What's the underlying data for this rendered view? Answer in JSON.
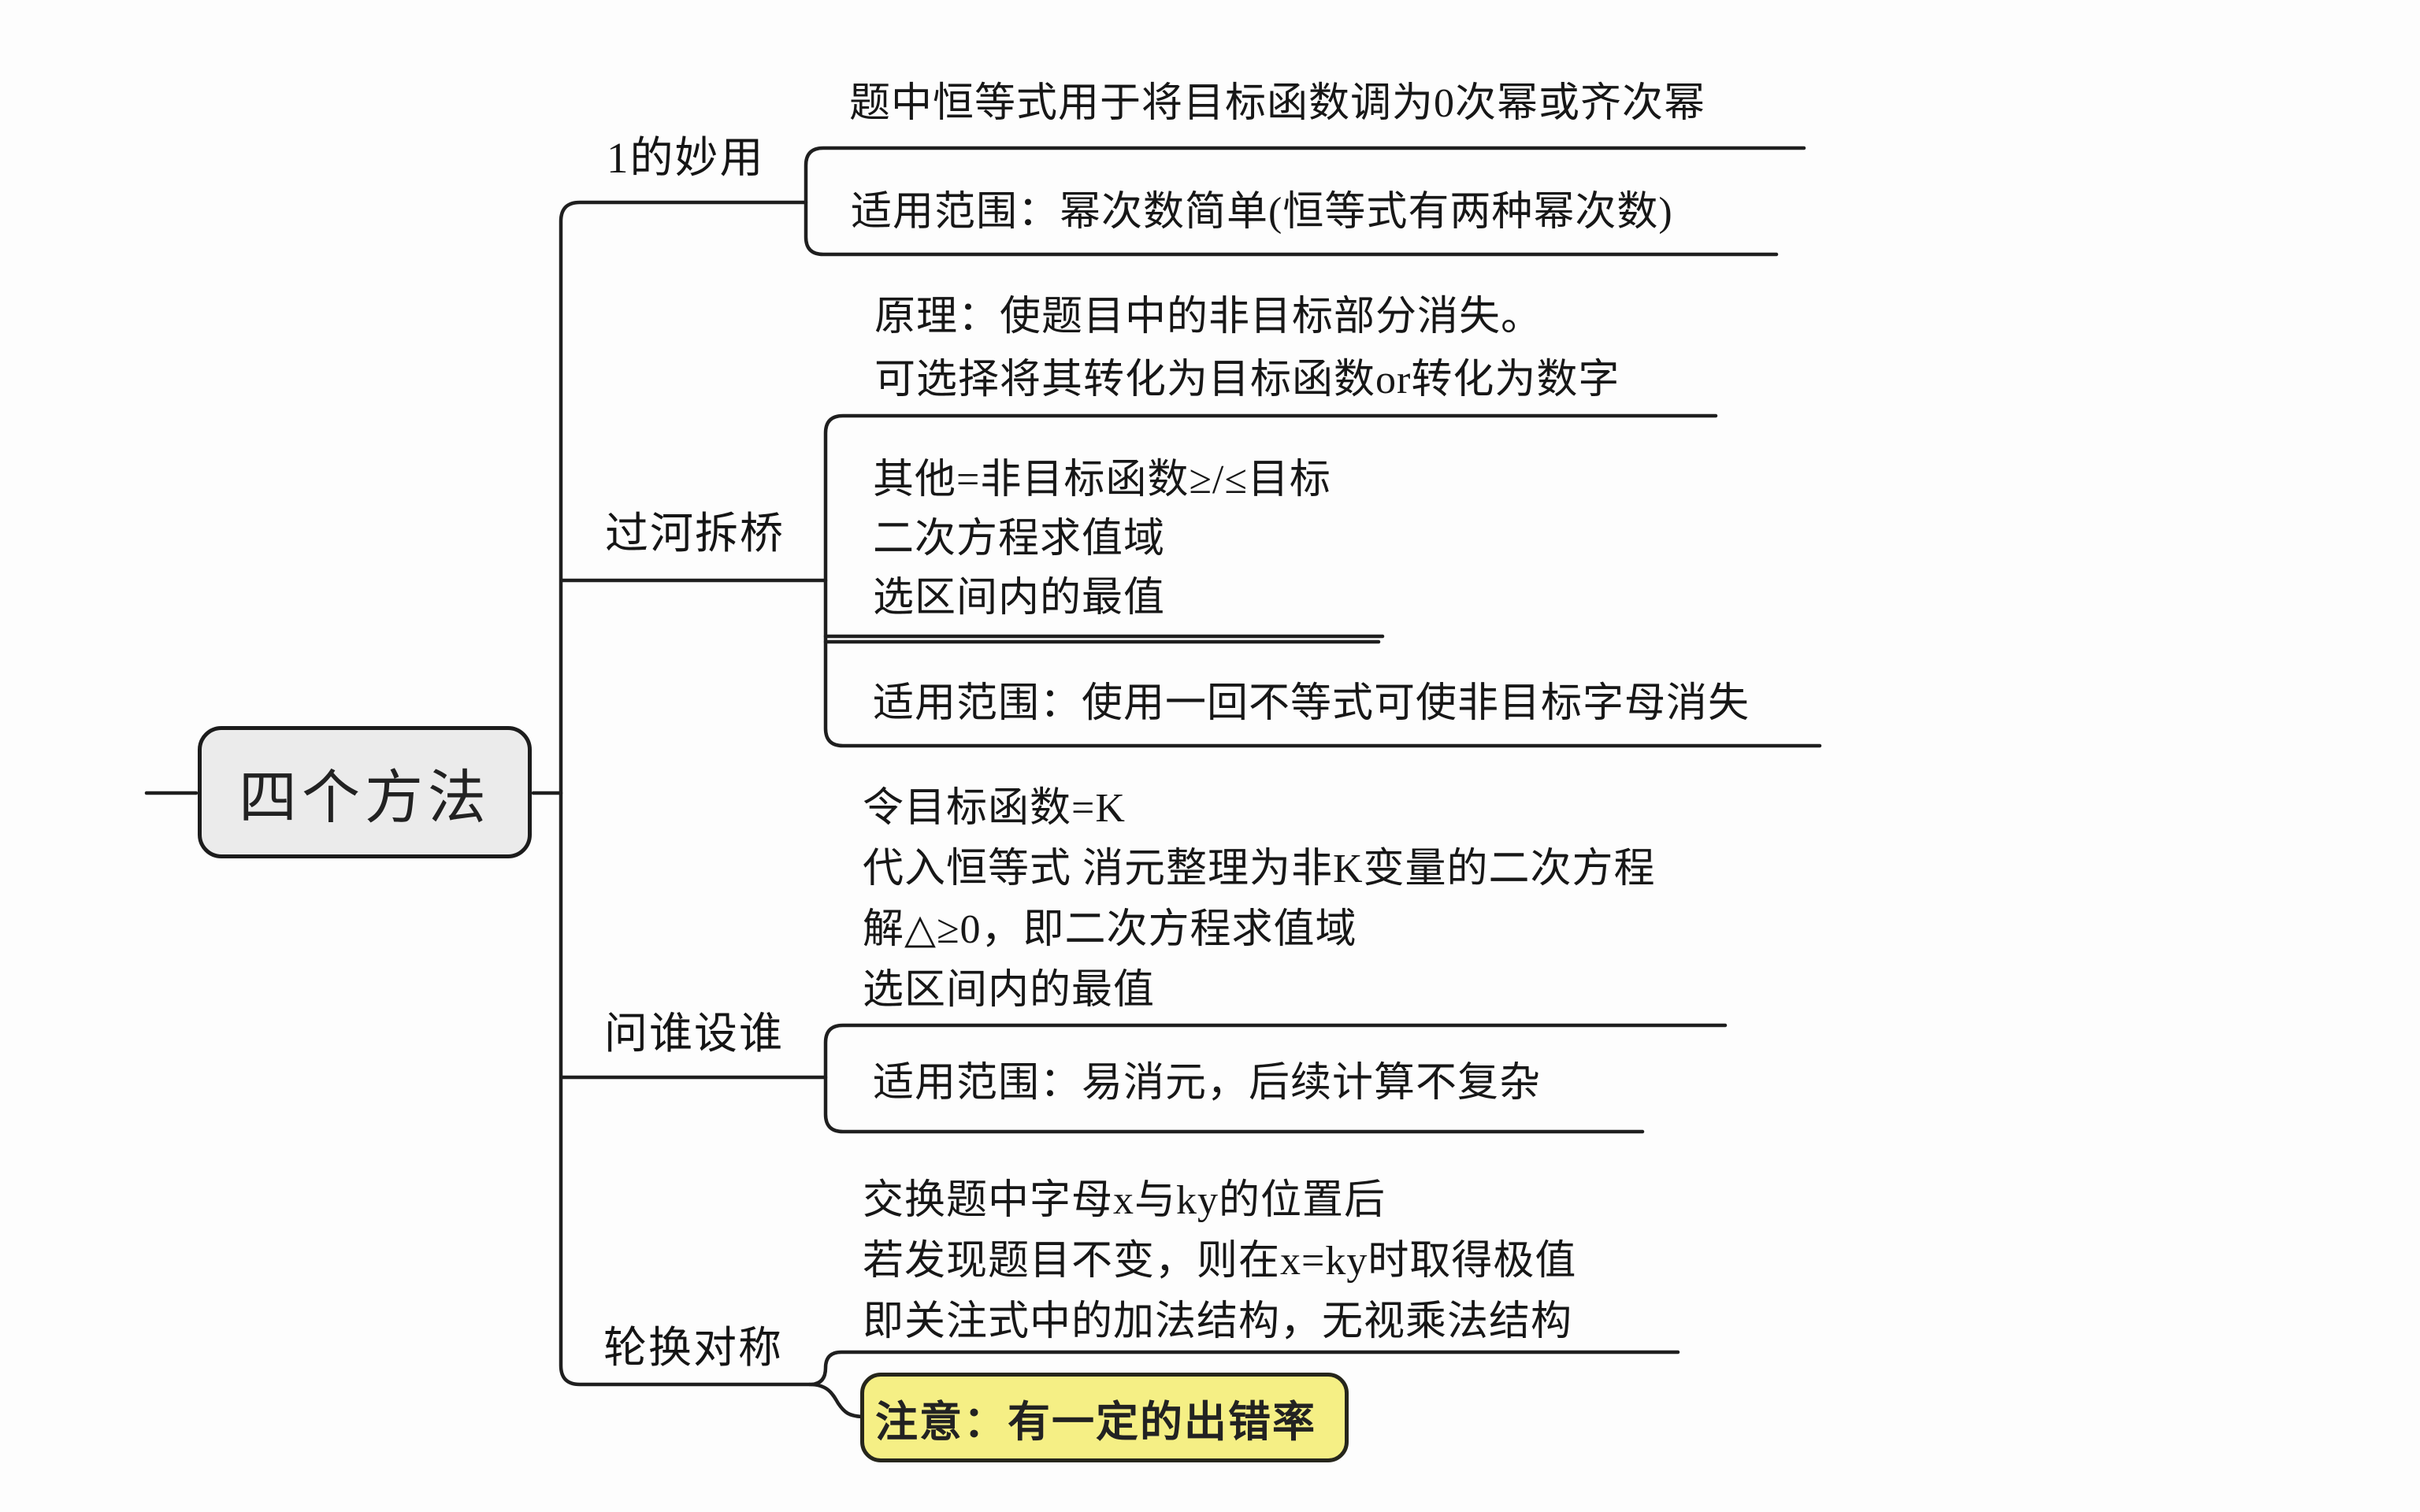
{
  "colors": {
    "line": "#1f1f1f",
    "background": "#fdfdfd",
    "root_fill": "#ebebeb",
    "warn_fill": "#f5ef85",
    "text": "#171717"
  },
  "root": {
    "label": "四个方法"
  },
  "branches": [
    {
      "label": "1的妙用",
      "note": "题中恒等式用于将目标函数调为0次幂或齐次幂",
      "box": "适用范围：幂次数简单(恒等式有两种幂次数)"
    },
    {
      "label": "过河拆桥",
      "note": "原理：使题目中的非目标部分消失。\n可选择将其转化为目标函数or转化为数字",
      "box1": "其他=非目标函数≥/≤目标\n二次方程求值域\n选区间内的最值",
      "box2": "适用范围：使用一回不等式可使非目标字母消失"
    },
    {
      "label": "问谁设谁",
      "note": "令目标函数=K\n代入恒等式 消元整理为非K变量的二次方程\n解△≥0，即二次方程求值域\n选区间内的最值",
      "box": "适用范围：易消元，后续计算不复杂"
    },
    {
      "label": "轮换对称",
      "note": "交换题中字母x与ky的位置后\n若发现题目不变，则在x=ky时取得极值\n即关注式中的加法结构，无视乘法结构",
      "warn": "注意：有一定的出错率"
    }
  ]
}
